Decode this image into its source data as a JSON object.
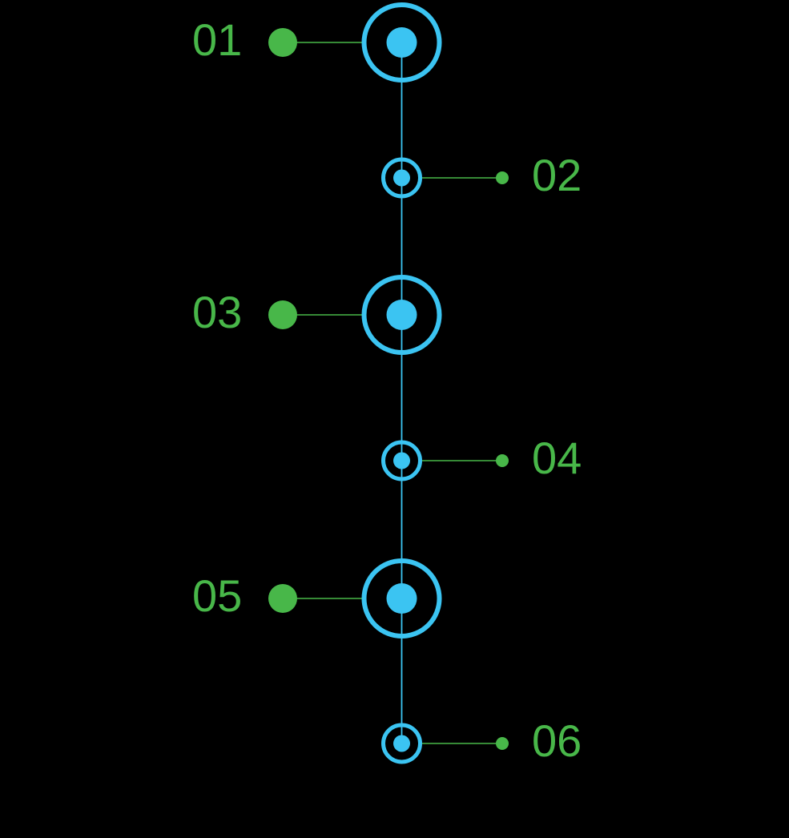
{
  "canvas": {
    "background": "#000000"
  },
  "colors": {
    "accent_green": "#48B749",
    "accent_blue": "#3BC4F2"
  },
  "timeline": {
    "type": "vertical-step-timeline",
    "node_count": 6,
    "nodes": [
      {
        "label": "01",
        "side": "left",
        "size": "large"
      },
      {
        "label": "02",
        "side": "right",
        "size": "small"
      },
      {
        "label": "03",
        "side": "left",
        "size": "large"
      },
      {
        "label": "04",
        "side": "right",
        "size": "small"
      },
      {
        "label": "05",
        "side": "left",
        "size": "large"
      },
      {
        "label": "06",
        "side": "right",
        "size": "small"
      }
    ]
  }
}
